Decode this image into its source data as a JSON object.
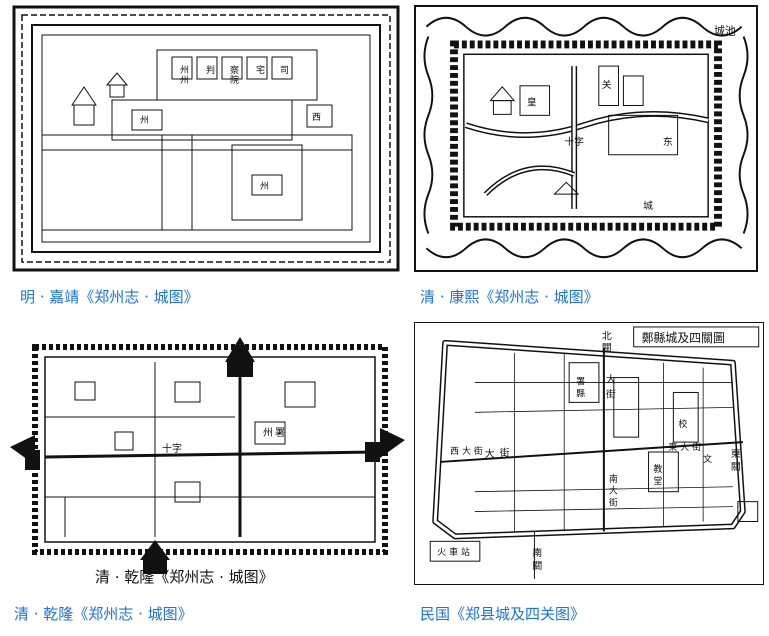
{
  "panels": [
    {
      "caption": "明 · 嘉靖《郑州志 · 城图》",
      "labels": [
        "州",
        "州",
        "判",
        "察",
        "院",
        "宅",
        "司",
        "西",
        "州",
        "州"
      ]
    },
    {
      "caption": "清 · 康熙《郑州志 · 城图》",
      "labels": [
        "城池",
        "皇",
        "关",
        "十字",
        "东",
        "城"
      ]
    },
    {
      "caption": "清 · 乾隆《郑州志 · 城图》",
      "labels": [
        "十字",
        "州",
        "署",
        "清 · 乾隆《郑州志 · 城图》"
      ]
    },
    {
      "caption": "民国《郑县城及四关图》",
      "title": "鄭縣城及四關圖",
      "labels": [
        "北",
        "關",
        "大",
        "街",
        "大",
        "街",
        "南",
        "關",
        "東",
        "關",
        "西",
        "大",
        "街",
        "南",
        "大",
        "街",
        "校",
        "文",
        "署",
        "縣",
        "東",
        "大",
        "街",
        "教",
        "堂",
        "火",
        "車",
        "站"
      ]
    }
  ],
  "colors": {
    "caption": "#1a73e8",
    "ink": "#111111"
  }
}
